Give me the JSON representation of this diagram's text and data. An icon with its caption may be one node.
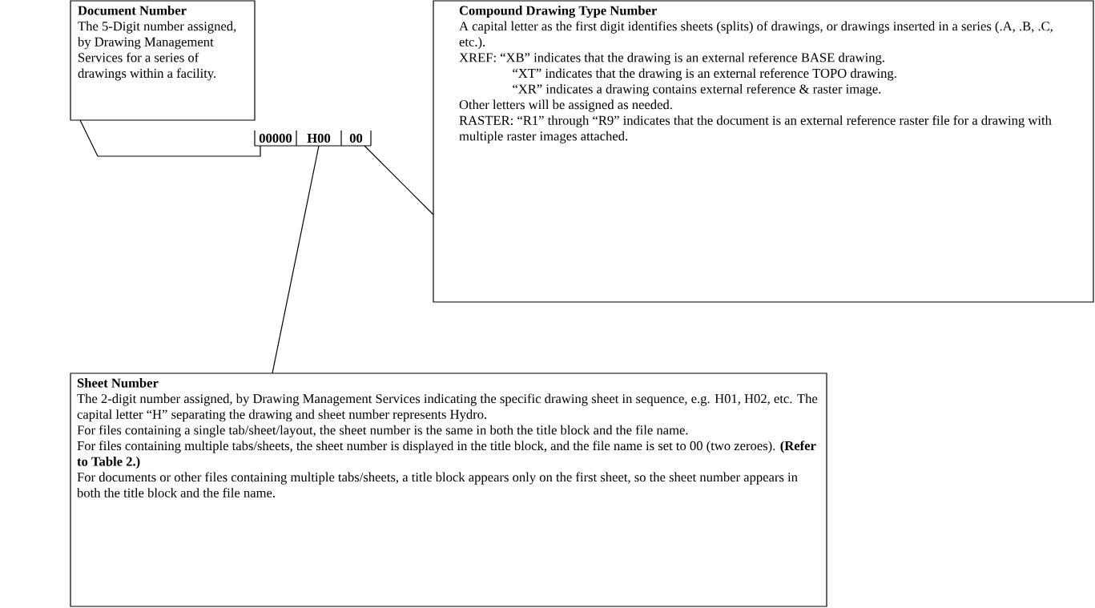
{
  "diagram": {
    "nodes": [
      {
        "text": [
          "Document Number",
          "The 5-Digit number assigned, by Drawing Management Services for a series of drawings within a facility."
        ]
      },
      {
        "text": [
          "Compound Drawing Type Number",
          "A capital letter as the first digit identifies sheets (splits) of drawings, or drawings inserted in a series (.A, .B, .C, etc.).",
          "XREF:  “XB” indicates that the drawing is an external reference BASE drawing.",
          "“XT” indicates that the drawing is an external reference TOPO drawing.",
          "“XR” indicates a drawing contains external reference & raster image.",
          "Other letters will be assigned as needed.",
          "RASTER:  “R1” through “R9” indicates that the document is an external reference raster file for a drawing with multiple raster images attached."
        ]
      },
      {
        "text": [
          "Sheet Number",
          "The 2-digit number assigned, by Drawing Management Services indicating the specific drawing sheet in sequence, e.g. H01, H02, etc. The capital letter “H” separating the drawing and sheet number represents Hydro.",
          "For files containing a single tab/sheet/layout, the sheet number is the same in both the title block and the file name.",
          "For files containing multiple tabs/sheets, the sheet number is displayed in the title block, and the file name is set to 00 (two zeroes). **(Refer to Table 2.)**",
          "For documents or other files containing multiple tabs/sheets, a title block appears only on the first sheet, so the sheet number appears in both the title block and the file name."
        ]
      },
      {
        "text": [
          "00000"
        ]
      },
      {
        "text": [
          "H00"
        ]
      },
      {
        "text": [
          "00"
        ]
      }
    ],
    "edges": [
      {
        "from": 0,
        "to": 3,
        "arrow": "none"
      },
      {
        "from": 5,
        "to": 1,
        "arrow": "none"
      },
      {
        "from": 4,
        "to": 2,
        "arrow": "none"
      }
    ]
  }
}
